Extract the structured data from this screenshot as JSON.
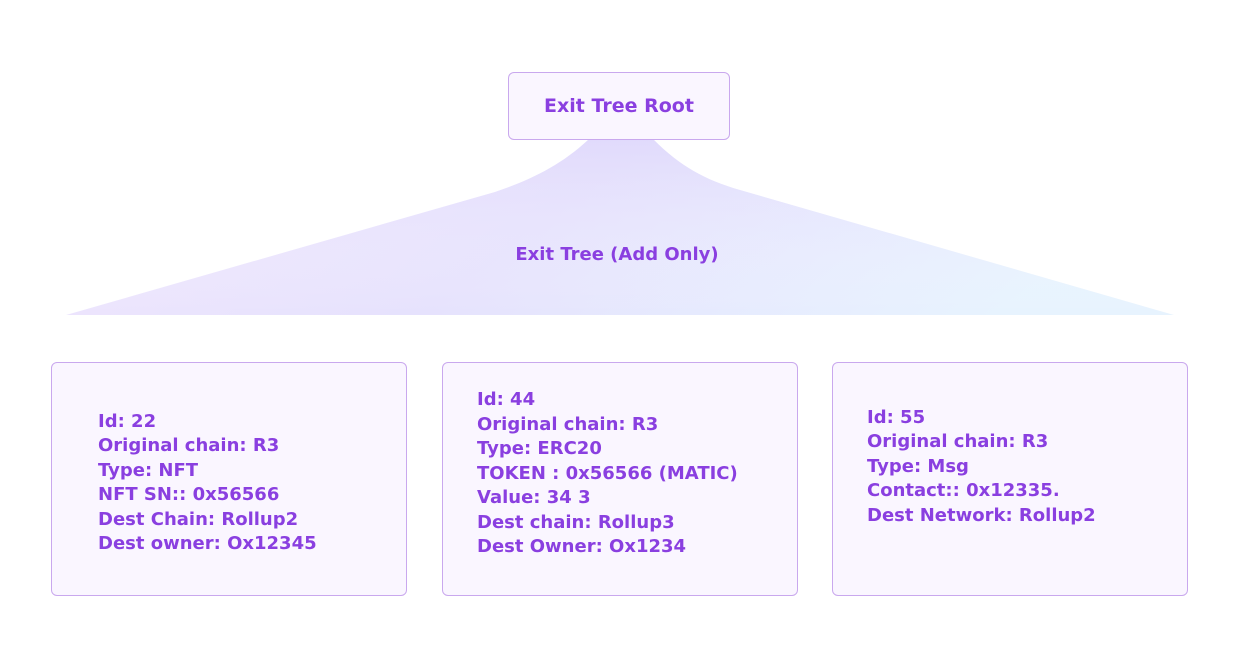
{
  "root": {
    "label": "Exit Tree Root"
  },
  "tree": {
    "label": "Exit Tree (Add Only)"
  },
  "leaves": [
    {
      "lines": [
        "Id: 22",
        "Original chain: R3",
        "Type: NFT",
        "NFT SN:: 0x56566",
        "Dest Chain: Rollup2",
        "Dest owner: Ox12345"
      ]
    },
    {
      "lines": [
        "Id: 44",
        "Original chain: R3",
        "Type: ERC20",
        "TOKEN : 0x56566 (MATIC)",
        "Value: 34 3",
        "Dest chain: Rollup3",
        "Dest Owner: Ox1234"
      ]
    },
    {
      "lines": [
        "Id: 55",
        "Original chain: R3",
        "Type: Msg",
        "Contact:: 0x12335.",
        "Dest Network: Rollup2"
      ]
    }
  ],
  "colors": {
    "accent": "#8a3fe0",
    "border": "#c9a8ee",
    "box_fill": "#faf6ff",
    "tree_left": "#efe4fd",
    "tree_right": "#e8f3fe"
  }
}
